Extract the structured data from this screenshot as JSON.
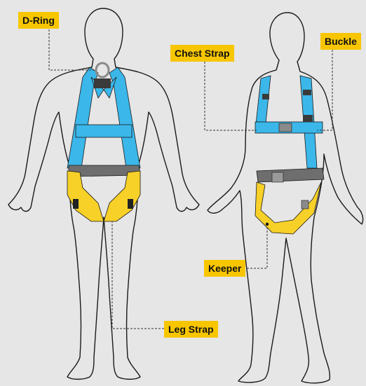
{
  "labels": {
    "d_ring": "D-Ring",
    "chest_strap": "Chest Strap",
    "buckle": "Buckle",
    "keeper": "Keeper",
    "leg_strap": "Leg Strap"
  },
  "colors": {
    "background": "#e6e6e6",
    "label_bg": "#f7c600",
    "harness_blue": "#3bb7ea",
    "harness_yellow": "#f7d028",
    "belt_gray": "#6e6e6e",
    "hardware": "#9a9a9a",
    "outline": "#1a1a1a"
  }
}
